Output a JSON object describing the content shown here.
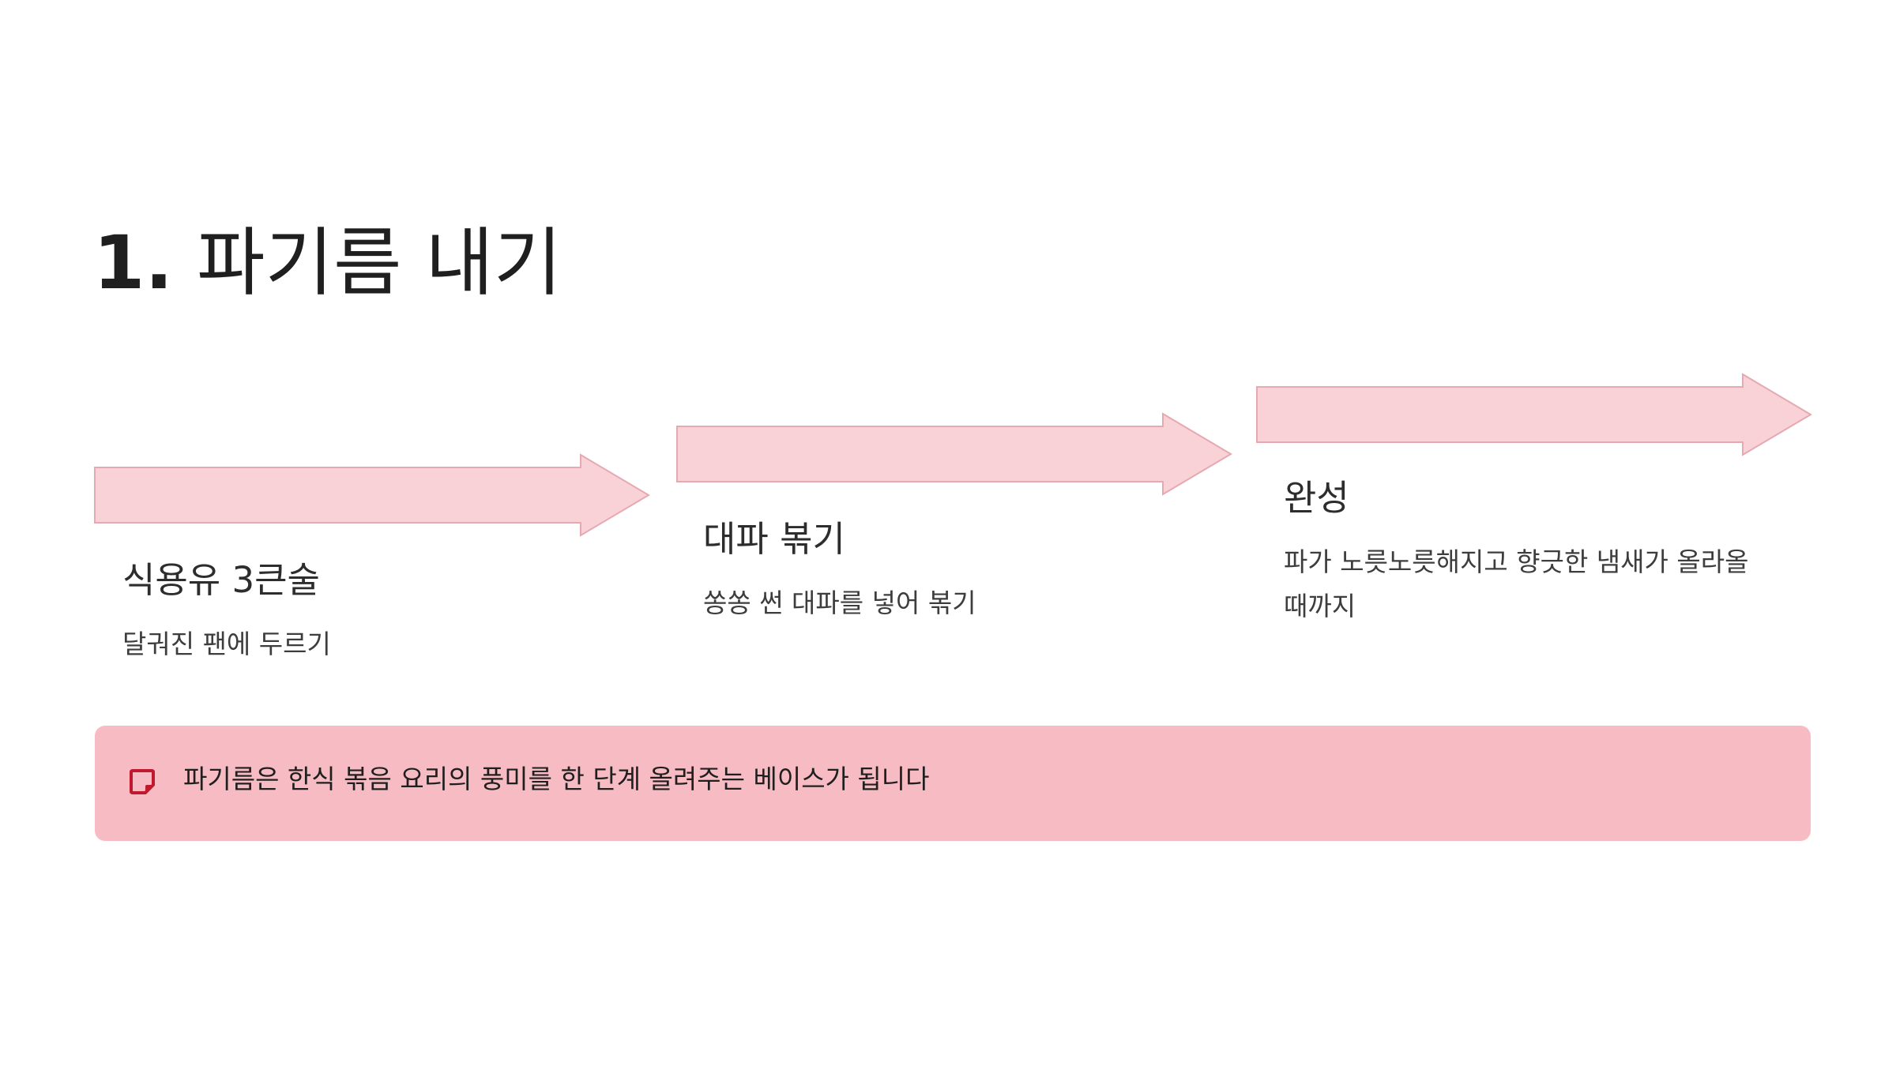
{
  "title": {
    "number": "1.",
    "text": "파기름 내기"
  },
  "steps": [
    {
      "title": "식용유 3큰술",
      "description": "달궈진 팬에 두르기"
    },
    {
      "title": "대파 볶기",
      "description": "쏭쏭 썬 대파를 넣어 볶기"
    },
    {
      "title": "완성",
      "description": "파가 노릇노릇해지고 향긋한 냄새가 올라올 때까지"
    }
  ],
  "callout": {
    "icon": "sticky-note-icon",
    "text": "파기름은 한식 볶음 요리의 풍미를 한 단계 올려주는 베이스가 됩니다"
  },
  "colors": {
    "arrow_fill": "#f8d2d7",
    "arrow_stroke": "#e5a9b1",
    "callout_bg": "#f7bbc3",
    "icon": "#c0182c"
  }
}
